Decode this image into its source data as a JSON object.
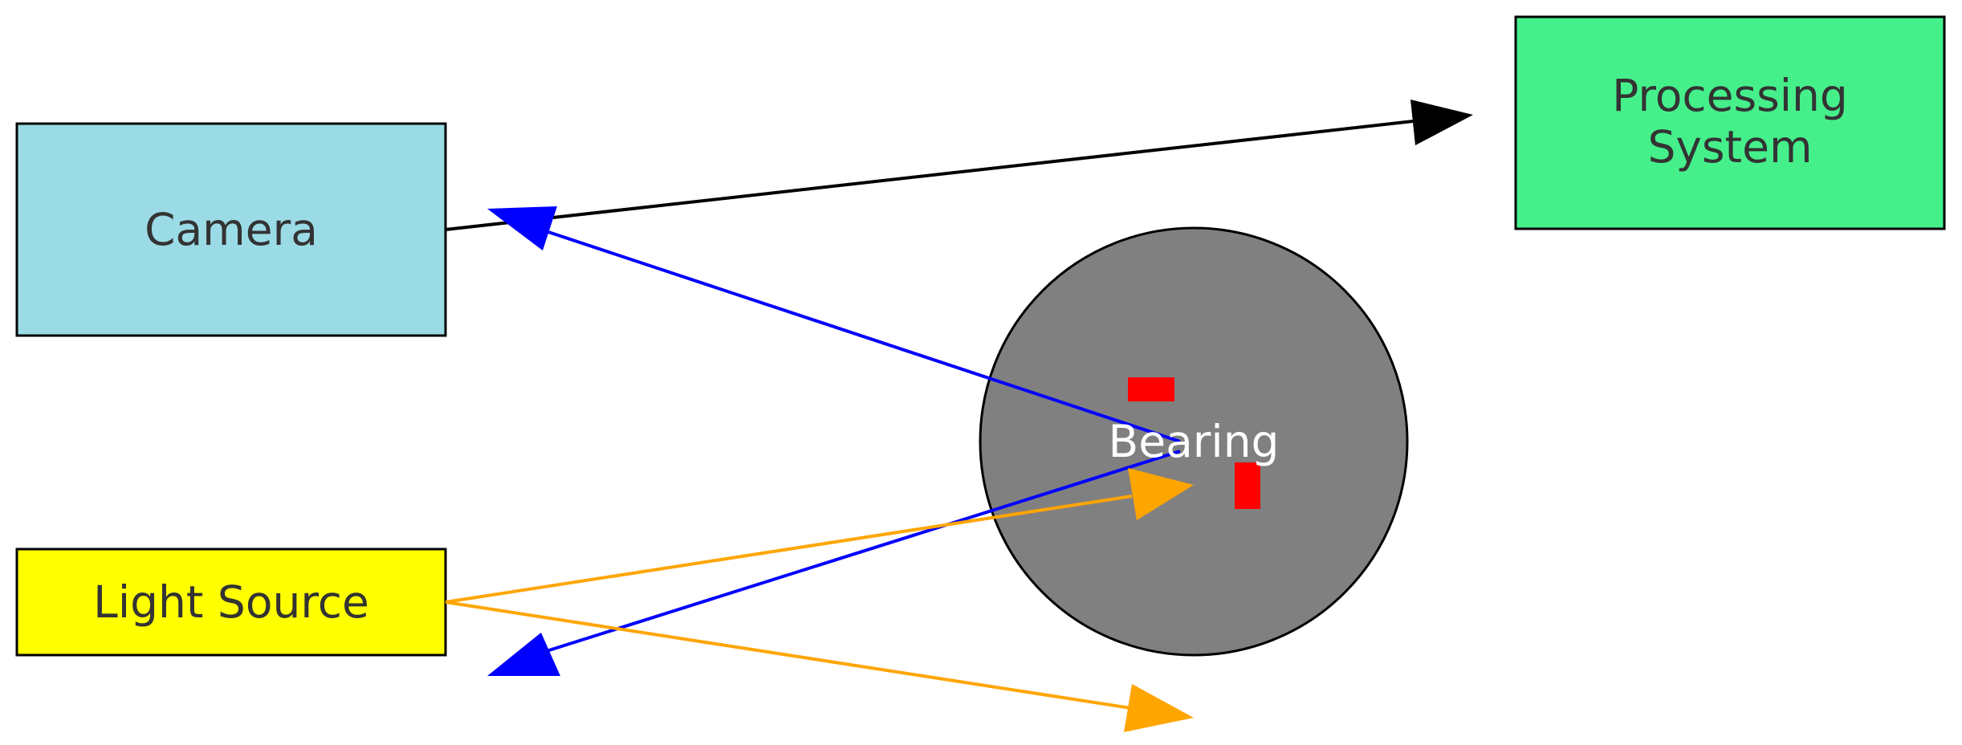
{
  "nodes": {
    "camera": {
      "label": "Camera",
      "color": "#9bdbe6"
    },
    "light_source": {
      "label": "Light Source",
      "color": "#ffff00"
    },
    "processing_system": {
      "label_lines": [
        "Processing",
        "System"
      ],
      "color": "#45f08b"
    },
    "bearing": {
      "label": "Bearing",
      "color": "#808080"
    }
  },
  "colors": {
    "outline": "#000000",
    "reflected_ray": "#0000ff",
    "incident_ray": "#ffa500",
    "data_link": "#000000",
    "defect_marks": "#ff0000"
  }
}
